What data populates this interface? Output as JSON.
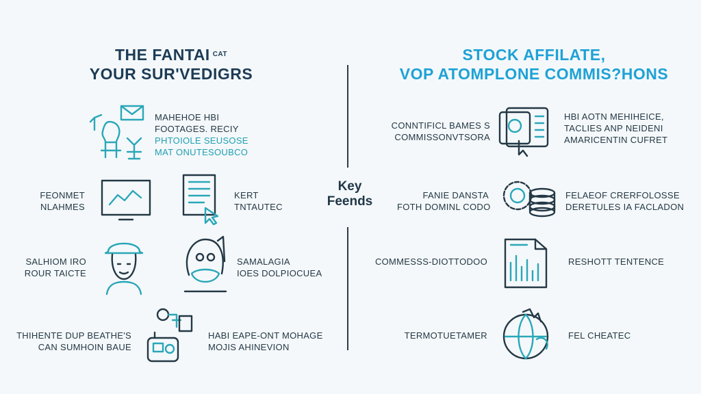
{
  "left_title": {
    "line1": "THE FANTAI",
    "small": "CAT",
    "line2": "YOUR SUR'VEDIGRS"
  },
  "right_title": {
    "line1": "STOCK AFFILATE,",
    "line2": "VOP ATOMPLONE COMMIS?HONS"
  },
  "center_label": {
    "line1": "Key",
    "line2": "Feends"
  },
  "left_items": [
    {
      "lines": [
        "MAHEHOE HBI",
        "FOOTAGES. RECIY",
        "PHTOIOLE SEUSOSE",
        "MAT ONUTESOUBCO"
      ],
      "icons": [
        "person-thinking-icon",
        "envelope-icon",
        "circuit-icon"
      ]
    },
    {
      "left_lines": [
        "FEONMET",
        "NLAHMES"
      ],
      "right_lines": [
        "KERT",
        "TNTAUTEC"
      ],
      "icons": [
        "monitor-chart-icon",
        "document-cursor-icon"
      ]
    },
    {
      "left_lines": [
        "SALHIOM IRO",
        "ROUR TAICTE"
      ],
      "right_lines": [
        "SAMALAGIA",
        "IOES DOLPIOCUEA"
      ],
      "icons": [
        "worker-helmet-icon",
        "masked-face-icon"
      ]
    },
    {
      "left_lines": [
        "THIHENTE DUP BEATHE'S",
        "CAN SUMHOIN BAUE"
      ],
      "right_lines": [
        "HABI EAPE-ONT MOHAGE",
        "MOJIS AHINEVION"
      ],
      "icons": [
        "camera-drone-icon"
      ]
    }
  ],
  "right_items": [
    {
      "left_lines": [
        "CONNTIFICL BAMES S",
        "COMMISSONVTSORA"
      ],
      "right_lines": [
        "HBI AOTN MEHIHEICE,",
        "TACLIES ANP NEIDENI",
        "AMARICENTIN CUFRET"
      ],
      "icons": [
        "certificate-icon"
      ]
    },
    {
      "left_lines": [
        "FANIE DANSTA",
        "FOTH DOMINL CODO"
      ],
      "right_lines": [
        "FELAEOF CRERFOLOSSE",
        "DERETULES IA FACLADON"
      ],
      "icons": [
        "gear-coins-icon"
      ]
    },
    {
      "left_lines": [
        "COMMESSS-DIOTTODOO"
      ],
      "right_lines": [
        "RESHOTT TENTENCE"
      ],
      "icons": [
        "report-chart-icon"
      ]
    },
    {
      "left_lines": [
        "TERMOTUETAMER"
      ],
      "right_lines": [
        "FEL CHEATEC"
      ],
      "icons": [
        "globe-hand-icon"
      ]
    }
  ]
}
